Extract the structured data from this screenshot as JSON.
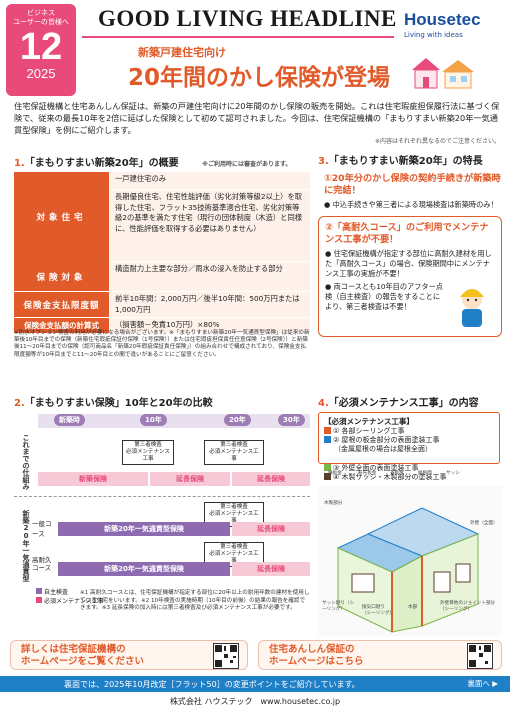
{
  "badge": {
    "category": "ビジネス\nユーザーの皆様へ",
    "number": "12",
    "year": "2025"
  },
  "header": {
    "headline": "GOOD LIVING HEADLINE",
    "logo": "Housetec",
    "logo_tag": "Living with ideas"
  },
  "hero": {
    "subtitle": "新築戸建住宅向け",
    "title": "20年間のかし保険が登場"
  },
  "lead": "住宅保証機構と住宅あんしん保証は、新築の戸建住宅向けに20年間のかし保険の販売を開始。これは住宅瑕疵担保履行法に基づく保険で、従来の最長10年を2倍に延ばした保険として初めて認可されました。今回は、住宅保証機構の「まもりすまい新築20年一気通貫型保険」を例にご紹介します。",
  "lead_note": "※内容はそれぞれ異なるのでご注意ください。",
  "sec1": {
    "num": "1.",
    "title": "「まもりすまい新築20年」の概要",
    "note": "※ご利用時には審査があります。",
    "rows": [
      {
        "head": "対象住宅",
        "lines": [
          "一戸建住宅のみ",
          "長期優良住宅、住宅性能評価（劣化対策等級2以上）を取得した住宅、フラット35技術基準適合住宅、劣化対策等級2の基準を満たす住宅（現行の団体制度（木造）と同様に、性能評価を取得する必要はありません）"
        ]
      },
      {
        "head": "保険対象",
        "lines": [
          "構造耐力上主要な部分／雨水の浸入を防止する部分"
        ]
      },
      {
        "head": "保険金支払限度額",
        "lines": [
          "前半10年間：2,000万円／後半10年間：500万円または1,000万円"
        ]
      },
      {
        "head": "保険金支払額の計算式",
        "lines": [
          "（損害額－免責10万円）×80%"
        ]
      }
    ],
    "footnote": "※防水オプション検査の利用が必要になる場合がございます。※「まもりすまい新築20年一気通貫型保険」は従来の新築後10年目までの保険（新築住宅瑕疵保証付保険（1号保険））または住宅瑕疵担保責任任意保険（2号保険））と新築後11～20年目までの保険（認可商品名「新築20年瑕疵保証責任保険」）の組み合わせで構成されており、保険金支払限度額等が10年目までと11～20年目との間で違いがあることにご留意ください。"
  },
  "sec2": {
    "num": "2.",
    "title": "「まもりすまい保険」10年と20年の比較",
    "axis": [
      "新築時",
      "10年",
      "20年",
      "30年"
    ],
    "conventional_label": "これまでの仕組み",
    "new_label": "新築20年一気通貫型",
    "general_course": "一般コース",
    "high_course": "高耐久コース",
    "check_label": "第三者検査\n必須メンテナンス工事",
    "bar_new": "新築保険",
    "bar_ext": "延長保険",
    "bar_20": "新築20年一気通貫型保険",
    "legend_self": "自主検査",
    "legend_maint": "必須メンテナンス工事",
    "footnote": "※1 高耐久コースとは、住宅保証機構が指定する部位に20年以上の耐用年数の建材を使用している住宅をいいます。※2 10年検査の実施時期（10年目の前後）の結果の報告を確認できます。※3 延長保険の加入時には第三者検査及び必須メンテナンス工事が必要です。"
  },
  "sec3": {
    "num": "3.",
    "title": "「まもりすまい新築20年」の特長",
    "f1_title": "①20年分のかし保険の契約手続きが新築時に完結！",
    "f1_bullet": "中込手続きや第三者による現場検査は新築時のみ！",
    "f2_title": "②「高耐久コース」のご利用でメンテナンス工事が不要！",
    "f2_bullet1": "住宅保証機構が指定する部位に高耐久建材を用した「高耐久コース」の場合、保険期間中にメンテナンス工事の実施が不要！",
    "f2_bullet2": "両コースとも10年目のアフター点検（自主検査）の報告をすることにより、第三者検査は不要！"
  },
  "sec4": {
    "num": "4.",
    "title": "「必須メンテナンス工事」の内容",
    "box_title": "【必須メンテナンス工事】",
    "items": [
      {
        "label": "① 各部シーリング工事",
        "color": "#e05a2a"
      },
      {
        "label": "② 屋根の板金部分の表面塗装工事",
        "color": "#1f7fc7"
      },
      {
        "label": "（金属屋根の場合は屋根全面）",
        "color": ""
      },
      {
        "label": "③ 外壁全面の表面塗装工事",
        "color": "#7ab648"
      },
      {
        "label": "④ 木製サッシ・木製部分の塗装工事",
        "color": "#5a3e2b"
      }
    ],
    "diagram_labels": [
      "棟板金",
      "軒先板金",
      "谷板金",
      "屋根面",
      "サッシ",
      "木製部分",
      "外壁（全面）",
      "サッシ廻り（シーリング）",
      "換気口廻り（シーリング）",
      "木部",
      "外壁目地のジョイント部分（シーリング）"
    ]
  },
  "bottom": {
    "left": "詳しくは住宅保証機構の\nホームページをご覧ください",
    "right": "住宅あんしん保証の\nホームページはこちら",
    "banner": "裏面では、2025年10月改定［フラット50］の変更ポイントをご紹介しています。",
    "banner_arrow": "裏面へ",
    "company": "株式会社 ハウステック　www.housetec.co.jp"
  },
  "colors": {
    "accent": "#e05a2a",
    "pink": "#e84a7a",
    "purple": "#8e6bb0",
    "blue": "#1f7fc7"
  }
}
